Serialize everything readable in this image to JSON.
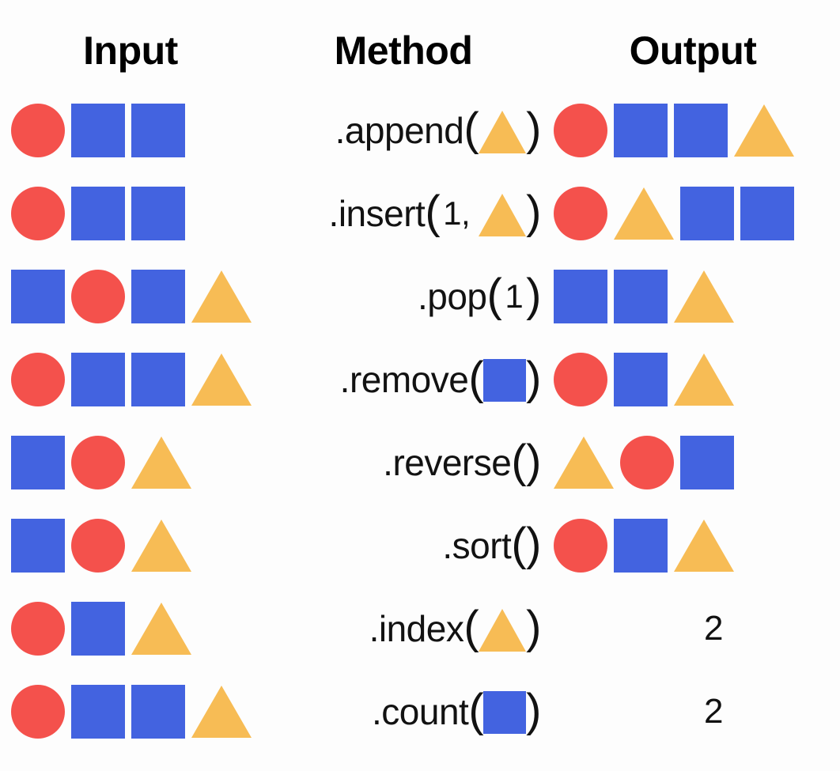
{
  "headers": {
    "input": "Input",
    "method": "Method",
    "output": "Output"
  },
  "colors": {
    "circle": "#F4514C",
    "square": "#4363E0",
    "triangle": "#F7BC55",
    "text": "#111111",
    "background": "#FDFDFD"
  },
  "shape_names": {
    "circle": "red-circle",
    "square": "blue-square",
    "triangle": "orange-triangle"
  },
  "rows": [
    {
      "method_name": ".append",
      "arg_number": "",
      "arg_shape": "triangle",
      "input": [
        "circle",
        "square",
        "square"
      ],
      "output": [
        "circle",
        "square",
        "square",
        "triangle"
      ],
      "output_text": ""
    },
    {
      "method_name": ".insert",
      "arg_number": "1,",
      "arg_shape": "triangle",
      "input": [
        "circle",
        "square",
        "square"
      ],
      "output": [
        "circle",
        "triangle",
        "square",
        "square"
      ],
      "output_text": ""
    },
    {
      "method_name": ".pop",
      "arg_number": "1",
      "arg_shape": "",
      "input": [
        "square",
        "circle",
        "square",
        "triangle"
      ],
      "output": [
        "square",
        "square",
        "triangle"
      ],
      "output_text": ""
    },
    {
      "method_name": ".remove",
      "arg_number": "",
      "arg_shape": "square",
      "input": [
        "circle",
        "square",
        "square",
        "triangle"
      ],
      "output": [
        "circle",
        "square",
        "triangle"
      ],
      "output_text": ""
    },
    {
      "method_name": ".reverse",
      "arg_number": "",
      "arg_shape": "",
      "input": [
        "square",
        "circle",
        "triangle"
      ],
      "output": [
        "triangle",
        "circle",
        "square"
      ],
      "output_text": ""
    },
    {
      "method_name": ".sort",
      "arg_number": "",
      "arg_shape": "",
      "input": [
        "square",
        "circle",
        "triangle"
      ],
      "output": [
        "circle",
        "square",
        "triangle"
      ],
      "output_text": ""
    },
    {
      "method_name": ".index",
      "arg_number": "",
      "arg_shape": "triangle",
      "input": [
        "circle",
        "square",
        "triangle"
      ],
      "output": [],
      "output_text": "2"
    },
    {
      "method_name": ".count",
      "arg_number": "",
      "arg_shape": "square",
      "input": [
        "circle",
        "square",
        "square",
        "triangle"
      ],
      "output": [],
      "output_text": "2"
    }
  ],
  "parens": {
    "open": "(",
    "close": ")"
  }
}
